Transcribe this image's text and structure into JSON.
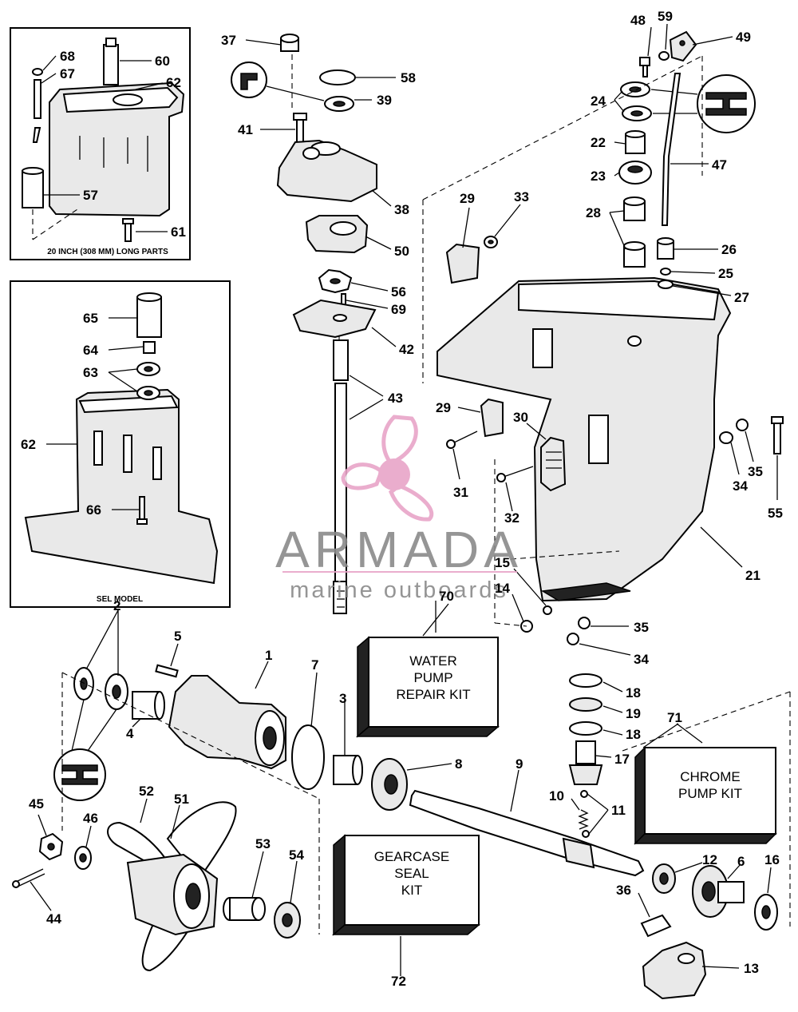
{
  "inset_top": {
    "caption": "20 INCH (308 MM) LONG PARTS"
  },
  "inset_sel": {
    "caption": "SEL MODEL"
  },
  "kits": {
    "water_pump": [
      "WATER",
      "PUMP",
      "REPAIR KIT"
    ],
    "chrome_pump": [
      "CHROME",
      "PUMP KIT"
    ],
    "gearcase_seal": [
      "GEARCASE",
      "SEAL",
      "KIT"
    ]
  },
  "watermark": {
    "brand": "ARMADA",
    "tagline": "marine outboards",
    "accent_color": "#e8a5c8"
  },
  "callouts": [
    {
      "label": "68"
    },
    {
      "label": "67"
    },
    {
      "label": "60"
    },
    {
      "label": "62"
    },
    {
      "label": "57"
    },
    {
      "label": "61"
    },
    {
      "label": "65"
    },
    {
      "label": "64"
    },
    {
      "label": "63"
    },
    {
      "label": "62"
    },
    {
      "label": "66"
    },
    {
      "label": "37"
    },
    {
      "label": "58"
    },
    {
      "label": "39"
    },
    {
      "label": "41"
    },
    {
      "label": "38"
    },
    {
      "label": "50"
    },
    {
      "label": "56"
    },
    {
      "label": "69"
    },
    {
      "label": "42"
    },
    {
      "label": "43"
    },
    {
      "label": "29"
    },
    {
      "label": "33"
    },
    {
      "label": "48"
    },
    {
      "label": "59"
    },
    {
      "label": "49"
    },
    {
      "label": "24"
    },
    {
      "label": "22"
    },
    {
      "label": "23"
    },
    {
      "label": "47"
    },
    {
      "label": "28"
    },
    {
      "label": "26"
    },
    {
      "label": "25"
    },
    {
      "label": "27"
    },
    {
      "label": "29"
    },
    {
      "label": "30"
    },
    {
      "label": "31"
    },
    {
      "label": "32"
    },
    {
      "label": "34"
    },
    {
      "label": "35"
    },
    {
      "label": "55"
    },
    {
      "label": "21"
    },
    {
      "label": "15"
    },
    {
      "label": "14"
    },
    {
      "label": "70"
    },
    {
      "label": "35"
    },
    {
      "label": "34"
    },
    {
      "label": "2"
    },
    {
      "label": "5"
    },
    {
      "label": "1"
    },
    {
      "label": "7"
    },
    {
      "label": "3"
    },
    {
      "label": "4"
    },
    {
      "label": "8"
    },
    {
      "label": "18"
    },
    {
      "label": "19"
    },
    {
      "label": "18"
    },
    {
      "label": "71"
    },
    {
      "label": "17"
    },
    {
      "label": "9"
    },
    {
      "label": "10"
    },
    {
      "label": "11"
    },
    {
      "label": "45"
    },
    {
      "label": "52"
    },
    {
      "label": "51"
    },
    {
      "label": "46"
    },
    {
      "label": "53"
    },
    {
      "label": "54"
    },
    {
      "label": "44"
    },
    {
      "label": "12"
    },
    {
      "label": "6"
    },
    {
      "label": "16"
    },
    {
      "label": "36"
    },
    {
      "label": "72"
    },
    {
      "label": "13"
    }
  ]
}
